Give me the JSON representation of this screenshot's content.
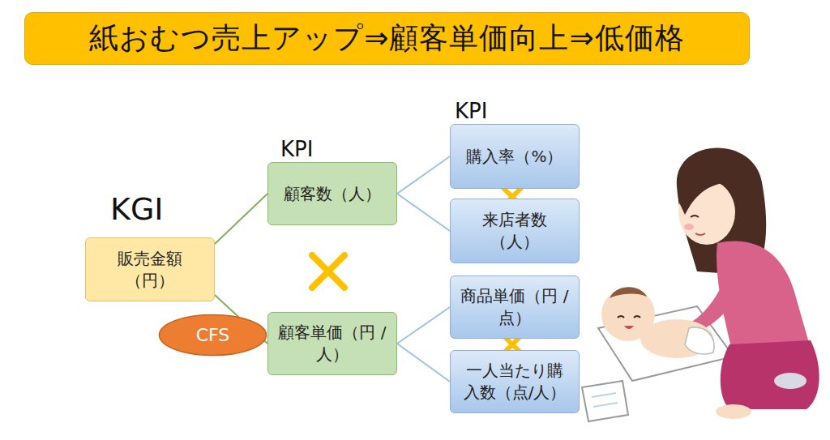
{
  "diagram": {
    "title": "紙おむつ売上アップ⇒顧客単価向上⇒低価格",
    "nodes": [
      {
        "text": [
          "KGI",
          "販売金額 （円）"
        ]
      },
      {
        "text": [
          "KPI",
          "顧客数（人）"
        ]
      },
      {
        "text": [
          "顧客単価（円 /人）"
        ]
      },
      {
        "text": [
          "KPI",
          "購入率（%）"
        ]
      },
      {
        "text": [
          "来店者数 （人）"
        ]
      },
      {
        "text": [
          "商品単価（円 /点）"
        ]
      },
      {
        "text": [
          "一人当たり購 入数（点/人）"
        ]
      },
      {
        "text": [
          "CFS"
        ]
      }
    ],
    "edges": [
      {
        "from": 0,
        "to": 1,
        "arrow": "none"
      },
      {
        "from": 0,
        "to": 2,
        "arrow": "none"
      },
      {
        "from": 1,
        "to": 3,
        "arrow": "none"
      },
      {
        "from": 1,
        "to": 4,
        "arrow": "none"
      },
      {
        "from": 2,
        "to": 5,
        "arrow": "none"
      },
      {
        "from": 2,
        "to": 6,
        "arrow": "none"
      }
    ]
  }
}
